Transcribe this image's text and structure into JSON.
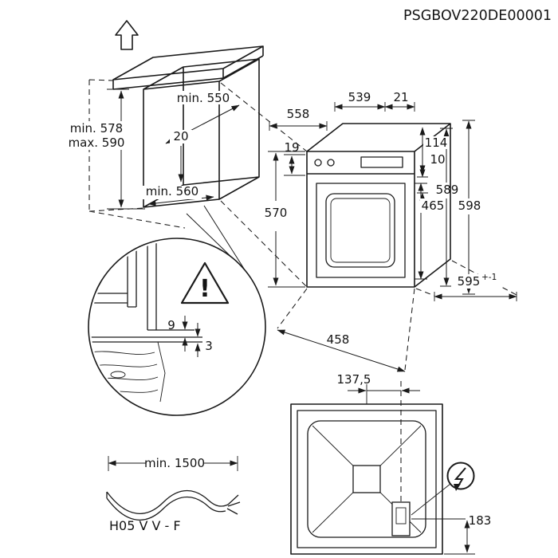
{
  "meta": {
    "ink_color": "#1a1a1a",
    "background_color": "#ffffff"
  },
  "title": {
    "code": "PSGBOV220DE00001"
  },
  "cabinet": {
    "depth": "min. 550",
    "height_min": "min. 578",
    "height_max": "max. 590",
    "rear_gap": "20",
    "width": "min. 560"
  },
  "oven": {
    "body_width": "558",
    "top_depth": "539",
    "top_protrusion": "21",
    "top_clearance": "19",
    "panel_height": "114",
    "panel_gap": "10",
    "body_height": "570",
    "door_height": "465",
    "frame_height": "589",
    "total_height": "598",
    "front_width": "595",
    "front_width_tolerance": "+-1",
    "body_depth": "458"
  },
  "detail": {
    "overlap": "9",
    "gap": "3",
    "warning_mark": "!"
  },
  "cable": {
    "min_length": "min. 1500",
    "cable_type": "H05 V V - F"
  },
  "rear_view": {
    "connection_offset_x": "137,5",
    "connection_offset_y": "183"
  }
}
